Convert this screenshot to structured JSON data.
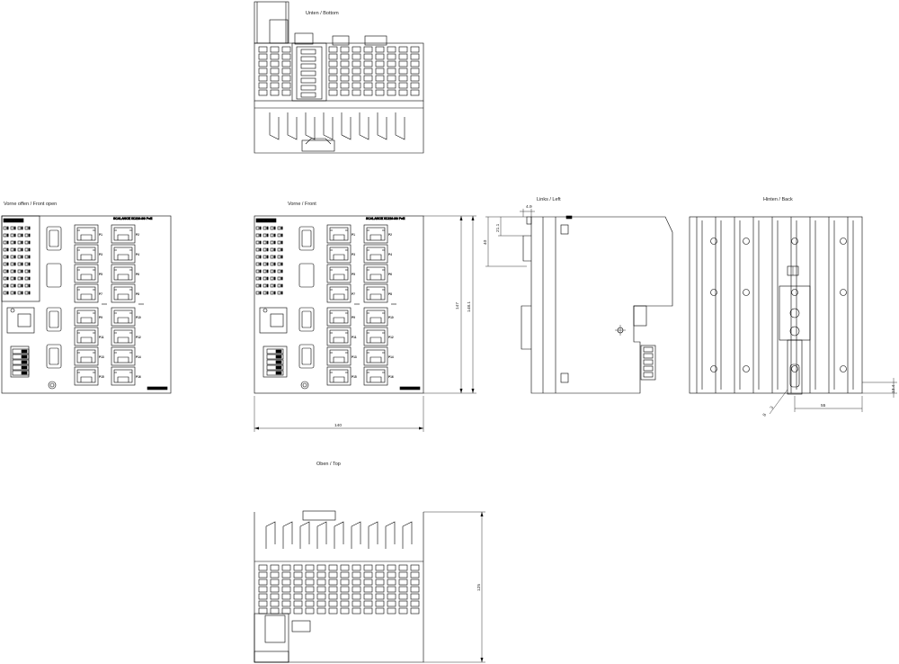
{
  "views": {
    "bottom": "Unten / Bottom",
    "front_open": "Vorne offen / Front open",
    "front": "Vorne / Front",
    "left": "Links / Left",
    "back": "Hinten / Back",
    "top": "Oben / Top"
  },
  "device": {
    "brand": "SIEMENS",
    "model": "SCALANCE XC216-3G PoE",
    "port_labels": [
      "P1",
      "P2",
      "P3",
      "P4",
      "P5",
      "P6",
      "P7",
      "P8",
      "P9",
      "P10",
      "P11",
      "P12",
      "P13",
      "P14",
      "P15",
      "P16"
    ]
  },
  "dimensions": {
    "front_width": "140",
    "front_height": "147",
    "front_height_total": "148.1",
    "left_top_offset": "4.9",
    "left_small": "21.1",
    "left_depth_upper": "40",
    "back_rail_offset": "13.4",
    "back_rail_width": "55",
    "back_angle": "8",
    "back_small": "3",
    "top_depth": "125"
  }
}
